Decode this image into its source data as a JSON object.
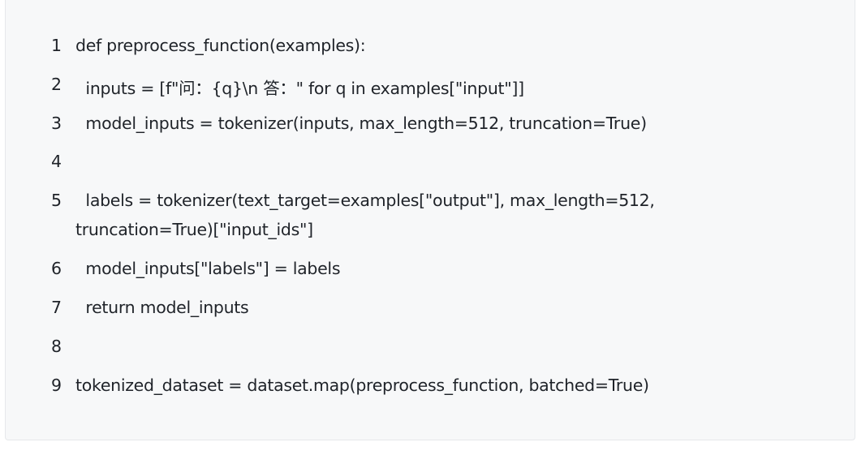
{
  "code_lines": [
    {
      "number": "1",
      "text": "def preprocess_function(examples):"
    },
    {
      "number": "2",
      "text": "  inputs = [f\"问：{q}\\n 答：\" for q in examples[\"input\"]]"
    },
    {
      "number": "3",
      "text": "  model_inputs = tokenizer(inputs, max_length=512, truncation=True)"
    },
    {
      "number": "4",
      "text": ""
    },
    {
      "number": "5",
      "text": "  labels = tokenizer(text_target=examples[\"output\"], max_length=512,",
      "continuation": "truncation=True)[\"input_ids\"]"
    },
    {
      "number": "6",
      "text": "  model_inputs[\"labels\"] = labels"
    },
    {
      "number": "7",
      "text": "  return model_inputs"
    },
    {
      "number": "8",
      "text": ""
    },
    {
      "number": "9",
      "text": "tokenized_dataset = dataset.map(preprocess_function, batched=True)"
    }
  ]
}
